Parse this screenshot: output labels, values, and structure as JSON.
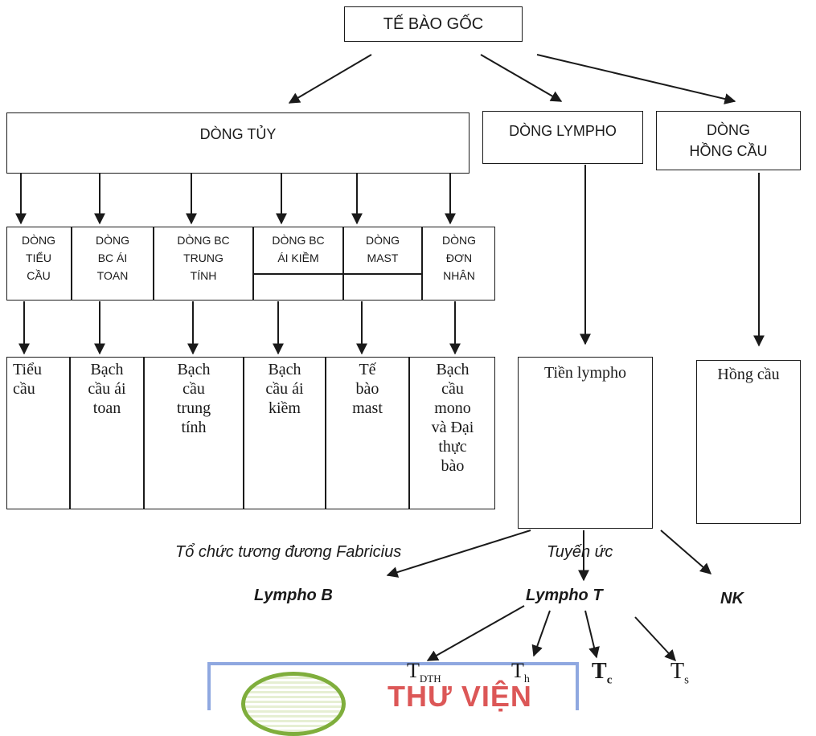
{
  "root": "TẾ BÀO GỐC",
  "lineages": {
    "myeloid": "DÒNG TỦY",
    "lymphoid": "DÒNG LYMPHO",
    "erythroid_line1": "DÒNG",
    "erythroid_line2": "HỒNG CẦU"
  },
  "myeloid_lines": [
    [
      "DÒNG",
      "TIỂU",
      "CẦU"
    ],
    [
      "DÒNG",
      "BC ÁI",
      "TOAN"
    ],
    [
      "DÒNG BC",
      "TRUNG",
      "TÍNH"
    ],
    [
      "DÒNG BC",
      "ÁI KIỀM",
      ""
    ],
    [
      "DÒNG",
      "MAST",
      ""
    ],
    [
      "DÒNG",
      "ĐƠN",
      "NHÂN"
    ]
  ],
  "mature_cells": [
    [
      "Tiểu",
      "cầu",
      "",
      "",
      "",
      ""
    ],
    [
      "Bạch",
      "cầu ái",
      "toan",
      "",
      "",
      ""
    ],
    [
      "Bạch",
      "cầu",
      "trung",
      "tính",
      "",
      ""
    ],
    [
      "Bạch",
      "cầu ái",
      "kiềm",
      "",
      "",
      ""
    ],
    [
      "Tế",
      "bào",
      "mast",
      "",
      "",
      ""
    ],
    [
      "Bạch",
      "cầu",
      "mono",
      "và Đại",
      "thực",
      "bào"
    ]
  ],
  "progenitors": {
    "lympho": "Tiền lympho",
    "erythro": "Hồng cầu"
  },
  "organs": {
    "fabricius": "Tổ chức tương đương Fabricius",
    "thymus": "Tuyến ức"
  },
  "lymphocytes": {
    "b": "Lympho B",
    "t": "Lympho T",
    "nk": "NK"
  },
  "t_subsets": [
    {
      "main": "T",
      "sub": "DTH"
    },
    {
      "main": "T",
      "sub": "h"
    },
    {
      "main": "T",
      "sub": "c"
    },
    {
      "main": "T",
      "sub": "s"
    }
  ],
  "watermark": "THƯ VIỆN",
  "colors": {
    "ink": "#1a1a1a",
    "watermark_border": "#8fa8e0",
    "watermark_text": "#d63a3a",
    "watermark_logo": "#7fae3c"
  }
}
